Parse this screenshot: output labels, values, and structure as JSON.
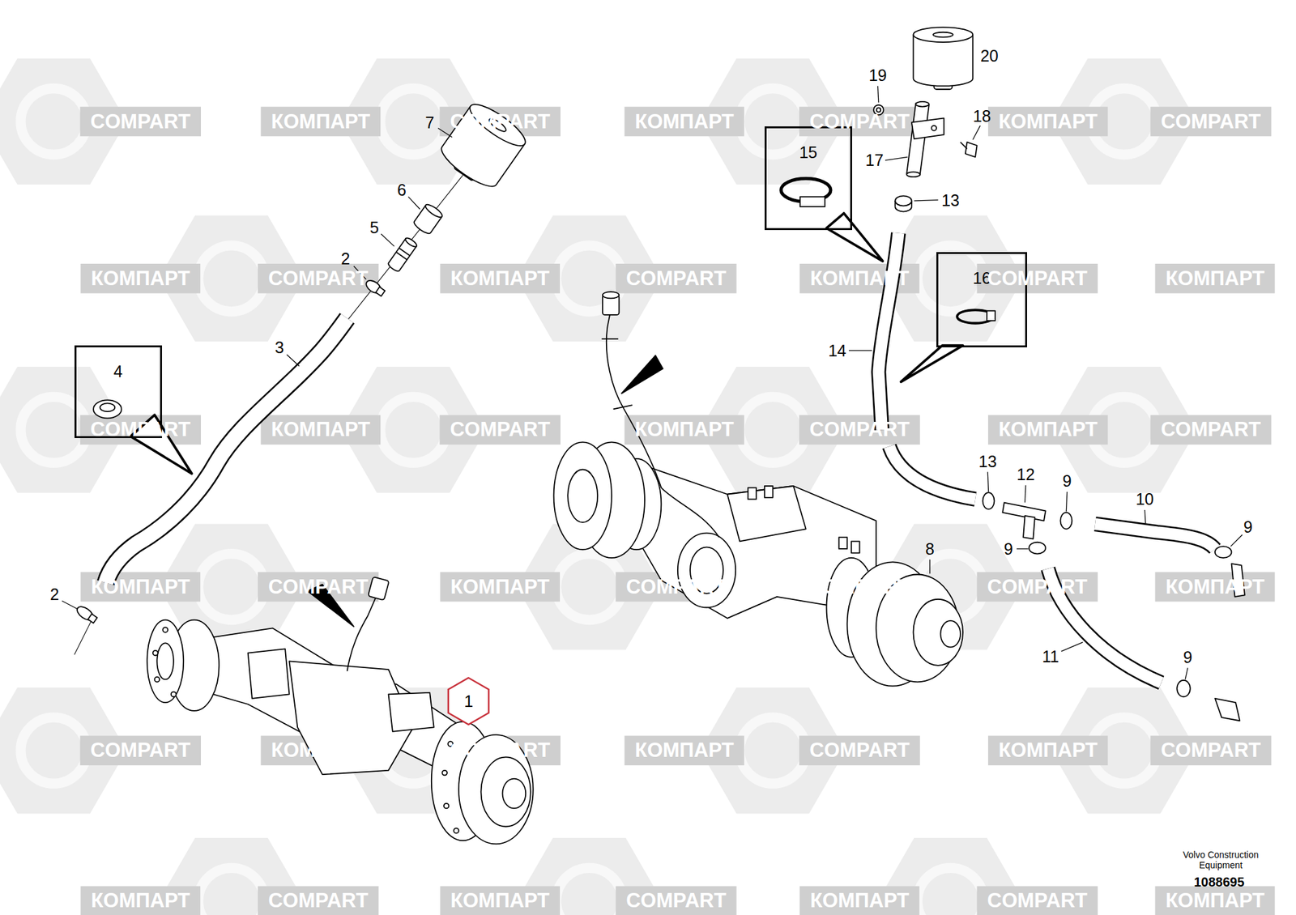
{
  "diagram": {
    "nodes": [
      {
        "text": [
          "15"
        ]
      },
      {
        "text": [
          "16"
        ]
      },
      {
        "text": [
          "4"
        ]
      },
      {
        "text": [
          "1"
        ]
      }
    ],
    "labels": [
      "20",
      "19",
      "18",
      "17",
      "13",
      "14",
      "7",
      "6",
      "5",
      "2",
      "3",
      "2",
      "13",
      "12",
      "9",
      "10",
      "9",
      "9",
      "8",
      "11",
      "9",
      "COMPART",
      "КОМПАРТ",
      "COMPART",
      "КОМПАРТ",
      "COMPART",
      "КОМПАРТ",
      "COMPART",
      "КОМПАРТ",
      "COMPART",
      "КОМПАРТ",
      "COMPART",
      "КОМПАРТ",
      "COMPART",
      "КОМПАРТ",
      "COMPART",
      "КОМПАРТ",
      "COMPART",
      "КОМПАРТ",
      "COMPART",
      "КОМПАРТ",
      "COMPART",
      "КОМПАРТ",
      "COMPART",
      "КОМПАРТ",
      "COMPART",
      "КОМПАРТ",
      "COMPART",
      "КОМПАРТ",
      "COMPART",
      "КОМПАРТ",
      "COMPART",
      "КОМПАРТ",
      "COMPART",
      "КОМПАРТ",
      "COMPART",
      "КОМПАРТ",
      "COMPART",
      "КОМПАРТ",
      "COMPART",
      "КОМПАРТ",
      "COMPART",
      "КОМПАРТ",
      "Volvo Construction Equipment",
      "1088695"
    ]
  }
}
